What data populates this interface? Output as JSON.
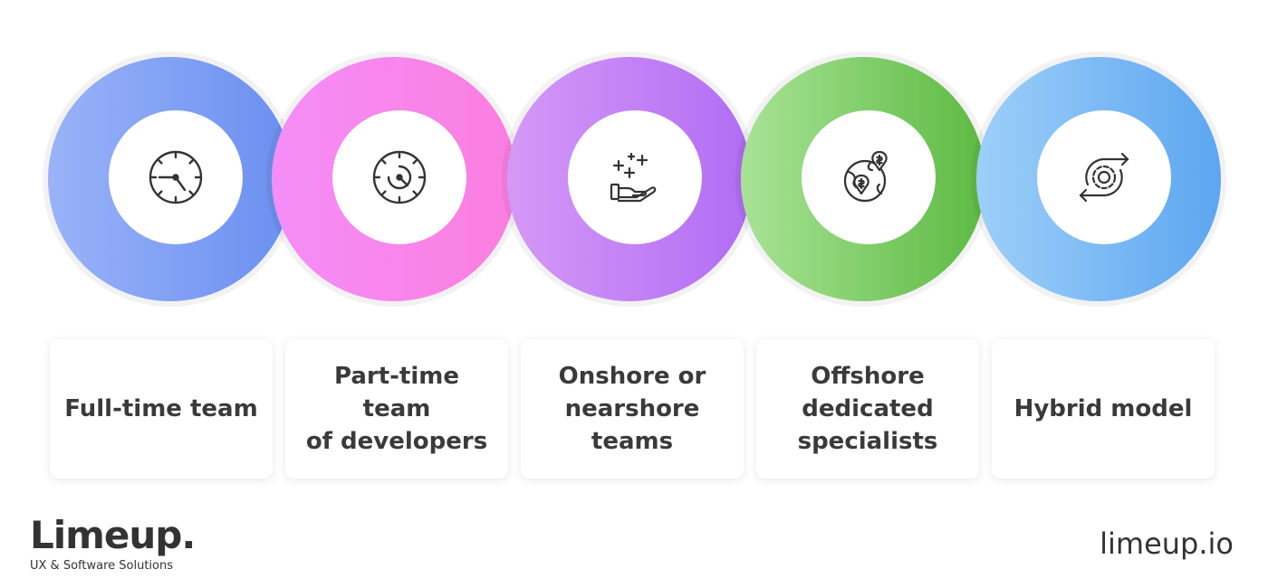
{
  "items": [
    {
      "label": "Full-time team",
      "icon": "clock-icon",
      "gradient": [
        "#9ab3f8",
        "#6a8ff0"
      ]
    },
    {
      "label": "Part-time team\nof developers",
      "icon": "gauge-icon",
      "gradient": [
        "#f48ef7",
        "#fb7ee0"
      ]
    },
    {
      "label": "Onshore or\nnearshore\nteams",
      "icon": "hand-plus-icon",
      "gradient": [
        "#d599f7",
        "#b16cf3"
      ]
    },
    {
      "label": "Offshore\ndedicated\nspecialists",
      "icon": "globe-location-icon",
      "gradient": [
        "#a8e396",
        "#5dba42"
      ]
    },
    {
      "label": "Hybrid model",
      "icon": "gear-cycle-icon",
      "gradient": [
        "#9dcff8",
        "#5da6f1"
      ]
    }
  ],
  "brand": {
    "name": "Limeup.",
    "tagline": "UX & Software Solutions",
    "website": "limeup.io"
  }
}
